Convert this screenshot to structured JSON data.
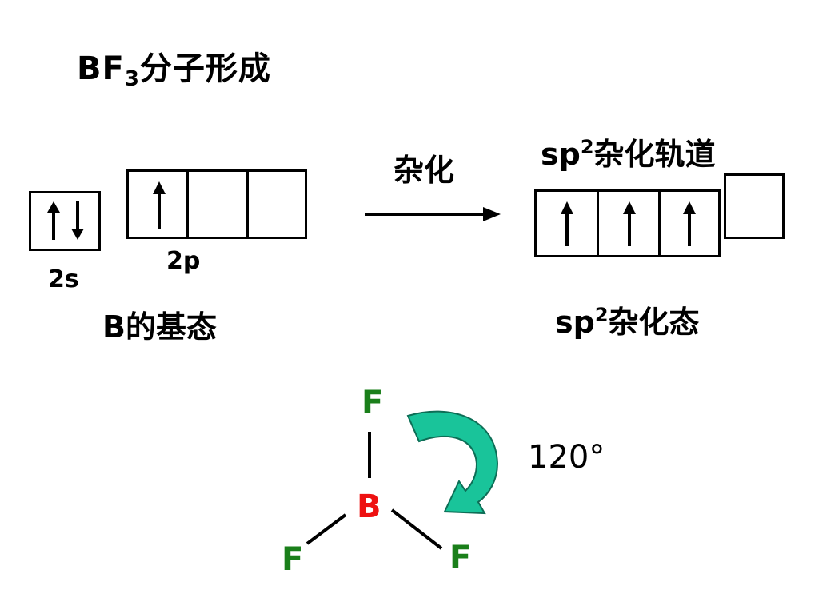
{
  "title": {
    "main": "BF",
    "subscript": "3",
    "suffix": "分子形成"
  },
  "ground_state": {
    "s_label": "2s",
    "p_label": "2p",
    "caption": "B的基态",
    "s_orbital": [
      "up-down"
    ],
    "p_orbitals": [
      "up",
      "empty",
      "empty"
    ]
  },
  "reaction": {
    "label": "杂化"
  },
  "hybrid_state": {
    "orbital_label_base": "sp",
    "orbital_label_sup": "2",
    "orbital_label_suffix": "杂化轨道",
    "caption_base": "sp",
    "caption_sup": "2",
    "caption_suffix": "杂化态",
    "sp2_orbitals": [
      "up",
      "up",
      "up"
    ],
    "p_orbital": [
      "empty"
    ]
  },
  "molecule": {
    "center": "B",
    "ligand_top": "F",
    "ligand_left": "F",
    "ligand_right": "F",
    "angle": "120°",
    "colors": {
      "center": "#ee1111",
      "ligand": "#1a7f1a",
      "arrow_fill": "#19c49a",
      "arrow_edge": "#0d6e56"
    }
  }
}
